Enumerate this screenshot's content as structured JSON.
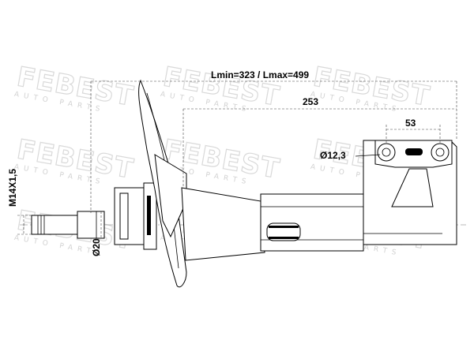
{
  "watermark": {
    "brand": "FEBEST",
    "sub": "AUTO PARTS"
  },
  "dimensions": {
    "length": "Lmin=323 / Lmax=499",
    "body_length": "253",
    "bracket_spacing": "53",
    "hole_diameter": "Ø12,3",
    "thread": "M14X1,5",
    "rod_diameter": "Ø20"
  },
  "colors": {
    "line": "#000000",
    "watermark": "#d9d9d9"
  }
}
